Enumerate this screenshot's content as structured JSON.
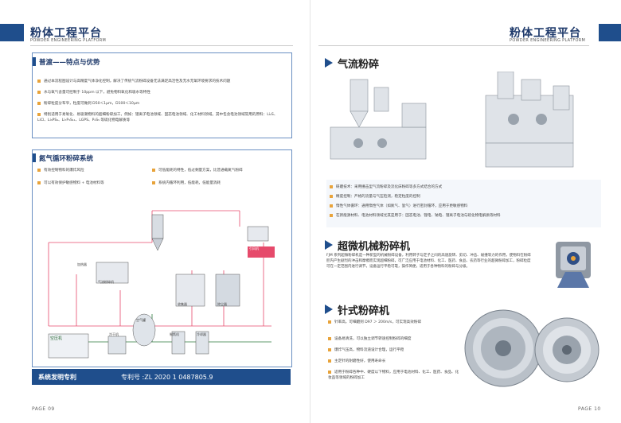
{
  "header": {
    "title": "粉体工程平台",
    "subtitle": "POWDER ENGINEERING PLATFORM"
  },
  "left": {
    "section1_title": "普渡——特点与优势",
    "features": [
      "通过本流程图设计与高精度气体净化控制，解决了传统气流粉碎设备无法满足高活性及无水无氧环境要求的技术问题",
      "水与氧气含量可控制于 10ppm 以下，避免物料氧化和吸水等特性",
      "粉碎粒度分布窄，粒度可做到 D50＜1μm，D100＜10μm",
      "特别适用于易氧化、易吸潮物料的超细粉碎加工，例如：锂离子电池领域、固态电池领域、化工材料领域。其中包含电池领域常用的原料：Li₂S、LiCl、Li₃PS₄、Li₇P₃S₁₁、LGPS、P₂S₅ 等硫化物电解质等"
    ],
    "section2_title": "氮气循环粉碎系统",
    "nitrogen_features": [
      "有效控制物料的爆炸风险",
      "可低能耗的特性，低过剩量方案，比普通载氮气粉碎",
      "可以有效保护敏感物料 + 电池材料等",
      "系统内循环利用，低能耗，低能量消耗"
    ],
    "diagram_labels": {
      "compressor": "空压机",
      "dryer": "冷干机",
      "tank": "空气罐",
      "nitrogen": "制氮机",
      "jet_mill": "气流粉碎机",
      "collector": "收集器",
      "filter": "除尘器",
      "fan": "引风机",
      "cooler": "冷却器",
      "heater": "加热器"
    },
    "patent_label": "系统发明专利",
    "patent_number": "专利号 :ZL 2020 1 0487805.9",
    "page": "PAGE  09"
  },
  "right": {
    "jet_title": "气流粉碎",
    "jet_features": [
      "研磨技术：采用撞击型气流粉碎及流化床粉碎等多方式结合的方式",
      "精度控制：严格的流量与气压检测，稳定粒度的控制",
      "惰性气体循环：通用惰性气体（如氮气、氩气）进行密封循环，应用于更敏感物料",
      "在新能源材料、电池材料领域尤其是用于：固态电池、锂电、钠电、锂离子电池与硫化物电解质等材料"
    ],
    "ultra_title": "超微机械粉碎机",
    "ultra_desc": "FJM 系列超微粉碎机是一种新型的机械粉碎设备，利用转子与定子之间的高速旋转、剪切、冲击、碰撞等力的作用，使物料在粉碎腔内产生剧烈的冲击和摩擦而实现超细粉碎，可广泛应用于电池材料、化工、医药、食品、农药等行业的超微粉碎加工，粉碎粒度可在一定范围内进行调节，设备运行平稳可靠，操作简便，适用于各种物料的粉碎与分级。",
    "pin_title": "针式粉碎机",
    "pin_features": [
      "针率高，可细磨到 D97 ＞ 200m/s，可实现高效粉碎",
      "设备易清洗，可以独立调节转速控制粉碎的细度",
      "爆炸气压高，物料流道设计合理，运行平稳",
      "主定针的耐磨性好，使用寿命长",
      "适用于粉碎各种中、硬度以下物料，应用于电池材料、化工、医药、食品、化妆品等领域的粉碎加工"
    ],
    "page": "PAGE  10"
  }
}
